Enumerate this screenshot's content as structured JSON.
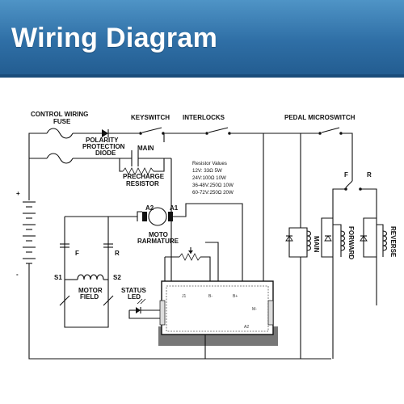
{
  "title": "Wiring Diagram",
  "labels": {
    "control_fuse": "CONTROL WIRING",
    "control_fuse2": "FUSE",
    "keyswitch": "KEYSWITCH",
    "interlocks": "INTERLOCKS",
    "pedal": "PEDAL MICROSWITCH",
    "diode1": "POLARITY",
    "diode2": "PROTECTION",
    "diode3": "DIODE",
    "main_contact": "MAIN",
    "precharge1": "PRECHARGE",
    "precharge2": "RESISTOR",
    "plus": "+",
    "minus": "-",
    "a2": "A2",
    "a1": "A1",
    "moto1": "MOTO",
    "moto2": "RARMATURE",
    "f": "F",
    "r": "R",
    "s1": "S1",
    "s2": "S2",
    "field1": "MOTOR",
    "field2": "FIELD",
    "status1": "STATUS",
    "status2": "LED",
    "coil_main": "MAIN",
    "coil_forward": "FORWARD",
    "coil_reverse": "REVERSE",
    "pedal_f": "F",
    "pedal_r": "R",
    "ctrl_a2": "A2",
    "ctrl_bminus": "B-",
    "ctrl_bplus": "B+"
  },
  "resistor_values": {
    "title": "Resistor Values",
    "rows": [
      "12V: 33Ω 5W",
      "24V:100Ω 10W",
      "36-48V:250Ω 10W",
      "60-72V:250Ω 20W"
    ]
  }
}
